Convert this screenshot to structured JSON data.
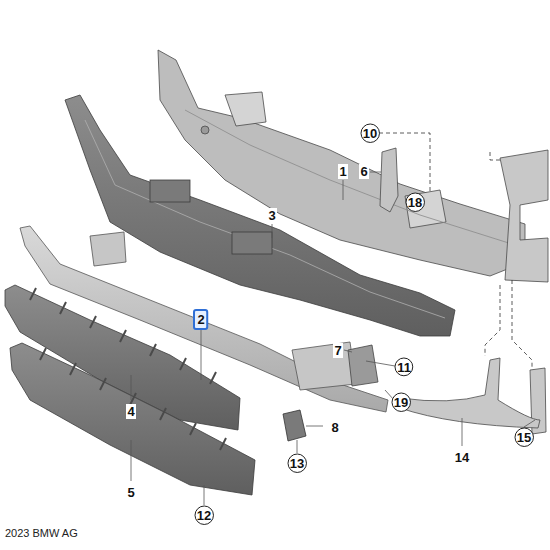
{
  "diagram": {
    "nodes": [
      {
        "text": [
          "10"
        ]
      },
      {
        "text": [
          "18"
        ]
      },
      {
        "text": [
          "2"
        ]
      },
      {
        "text": [
          "11"
        ]
      },
      {
        "text": [
          "19"
        ]
      },
      {
        "text": [
          "15"
        ]
      },
      {
        "text": [
          "13"
        ]
      },
      {
        "text": [
          "12"
        ]
      }
    ],
    "labels": [
      "1",
      "6",
      "3",
      "7",
      "4",
      "8",
      "14",
      "5",
      "2023 BMW AG"
    ]
  }
}
